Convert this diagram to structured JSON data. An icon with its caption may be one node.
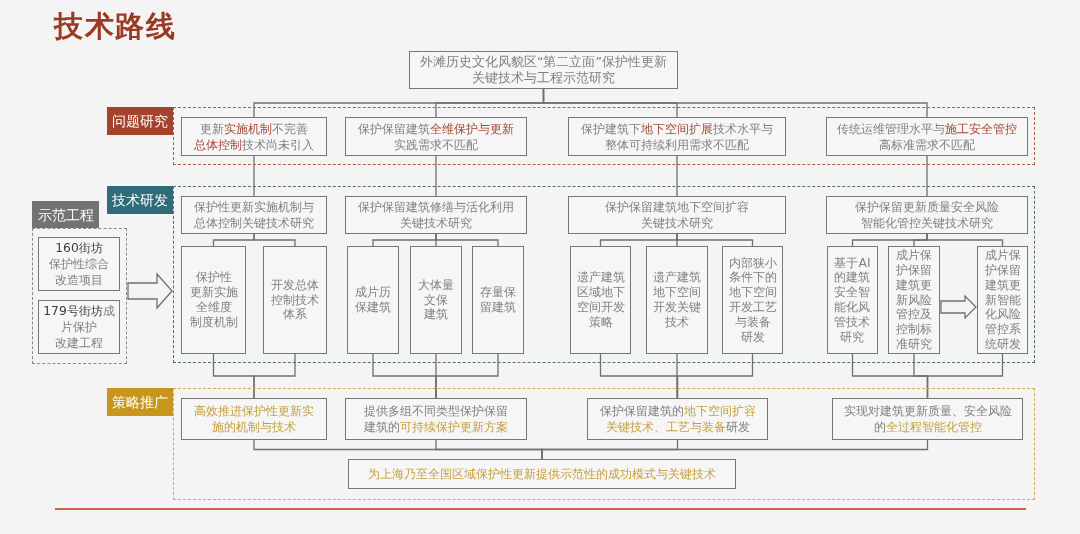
{
  "diagram": {
    "title": "技术路线",
    "nodes": [
      {
        "text": [
          "外滩历史文化风貌区“第二立面”保护性更新关键技术与工程示范研究"
        ]
      },
      {
        "text": [
          "问题研究"
        ]
      },
      {
        "text": [
          "更新**实施机制**不完善**总体控制**技术尚未引入"
        ],
        "in": 1
      },
      {
        "text": [
          "保护保留建筑**全维保护与更新**实践需求不匹配"
        ],
        "in": 1
      },
      {
        "text": [
          "保护建筑下**地下空间扩展**技术水平与整体可持续利用需求不匹配"
        ],
        "in": 1
      },
      {
        "text": [
          "传统运维管理水平与**施工安全管控**高标准需求不匹配"
        ],
        "in": 1
      },
      {
        "text": [
          "技术研发"
        ]
      },
      {
        "text": [
          "保护性更新实施机制与总体控制关键技术研究"
        ],
        "in": 6
      },
      {
        "text": [
          "保护性更新实施全维度制度机制"
        ],
        "in": 6
      },
      {
        "text": [
          "开发总体控制技术体系"
        ],
        "in": 6
      },
      {
        "text": [
          "保护保留建筑修缮与活化利用关键技术研究"
        ],
        "in": 6
      },
      {
        "text": [
          "成片历保建筑"
        ],
        "in": 6
      },
      {
        "text": [
          "大体量文保建筑"
        ],
        "in": 6
      },
      {
        "text": [
          "存量保留建筑"
        ],
        "in": 6
      },
      {
        "text": [
          "保护保留建筑地下空间扩容关键技术研究"
        ],
        "in": 6
      },
      {
        "text": [
          "遗产建筑区域地下空间开发策略"
        ],
        "in": 6
      },
      {
        "text": [
          "遗产建筑地下空间开发关键技术"
        ],
        "in": 6
      },
      {
        "text": [
          "内部狭小条件下的地下空间开发工艺与装备研发"
        ],
        "in": 6
      },
      {
        "text": [
          "保护保留更新质量安全风险智能化管控关键技术研究"
        ],
        "in": 6
      },
      {
        "text": [
          "基于AI的建筑安全智能化风管技术研究"
        ],
        "in": 6
      },
      {
        "text": [
          "成片保护保留建筑更新风险管控及控制标准研究"
        ],
        "in": 6
      },
      {
        "text": [
          "成片保护保留建筑更新智能化风险管控系统研发"
        ],
        "in": 6
      },
      {
        "text": [
          "示范工程"
        ]
      },
      {
        "text": [
          "**160街坊**保护性综合改造项目"
        ],
        "in": 22
      },
      {
        "text": [
          "**179号街坊**成片保护改建工程"
        ],
        "in": 22
      },
      {
        "text": [
          "策略推广"
        ]
      },
      {
        "text": [
          "高效推进保护性更新实施的机制与技术"
        ],
        "in": 25
      },
      {
        "text": [
          "提供多组不同类型保护保留建筑的**可持续保护更新方案**"
        ],
        "in": 25
      },
      {
        "text": [
          "保护保留建筑的**地下空间扩容关键技术、工艺与装备**研发"
        ],
        "in": 25
      },
      {
        "text": [
          "实现对建筑更新质量、安全风险的**全过程智能化管控**"
        ],
        "in": 25
      },
      {
        "text": [
          "为上海乃至全国区域保护性更新提供示范性的成功模式与关键技术"
        ],
        "in": 25
      }
    ],
    "edges": [
      {
        "from": 0,
        "to": 2,
        "arrow": "none"
      },
      {
        "from": 0,
        "to": 3,
        "arrow": "none"
      },
      {
        "from": 0,
        "to": 4,
        "arrow": "none"
      },
      {
        "from": 0,
        "to": 5,
        "arrow": "none"
      },
      {
        "from": 2,
        "to": 7,
        "arrow": "none"
      },
      {
        "from": 3,
        "to": 10,
        "arrow": "none"
      },
      {
        "from": 4,
        "to": 14,
        "arrow": "none"
      },
      {
        "from": 5,
        "to": 18,
        "arrow": "none"
      },
      {
        "from": 7,
        "to": 8,
        "arrow": "none"
      },
      {
        "from": 7,
        "to": 9,
        "arrow": "none"
      },
      {
        "from": 10,
        "to": 11,
        "arrow": "none"
      },
      {
        "from": 10,
        "to": 12,
        "arrow": "none"
      },
      {
        "from": 10,
        "to": 13,
        "arrow": "none"
      },
      {
        "from": 14,
        "to": 15,
        "arrow": "none"
      },
      {
        "from": 14,
        "to": 16,
        "arrow": "none"
      },
      {
        "from": 14,
        "to": 17,
        "arrow": "none"
      },
      {
        "from": 18,
        "to": 19,
        "arrow": "none"
      },
      {
        "from": 18,
        "to": 20,
        "arrow": "none"
      },
      {
        "from": 18,
        "to": 21,
        "arrow": "none"
      },
      {
        "from": 20,
        "to": 21,
        "arrow": "to"
      },
      {
        "from": 22,
        "to": 6,
        "arrow": "to"
      },
      {
        "from": 8,
        "to": 26,
        "arrow": "none"
      },
      {
        "from": 9,
        "to": 26,
        "arrow": "none"
      },
      {
        "from": 11,
        "to": 27,
        "arrow": "none"
      },
      {
        "from": 12,
        "to": 27,
        "arrow": "none"
      },
      {
        "from": 13,
        "to": 27,
        "arrow": "none"
      },
      {
        "from": 15,
        "to": 28,
        "arrow": "none"
      },
      {
        "from": 16,
        "to": 28,
        "arrow": "none"
      },
      {
        "from": 17,
        "to": 28,
        "arrow": "none"
      },
      {
        "from": 19,
        "to": 29,
        "arrow": "none"
      },
      {
        "from": 20,
        "to": 29,
        "arrow": "none"
      },
      {
        "from": 21,
        "to": 29,
        "arrow": "none"
      },
      {
        "from": 26,
        "to": 30,
        "arrow": "none"
      },
      {
        "from": 27,
        "to": 30,
        "arrow": "none"
      },
      {
        "from": 28,
        "to": 30,
        "arrow": "none"
      },
      {
        "from": 29,
        "to": 30,
        "arrow": "none"
      }
    ]
  }
}
